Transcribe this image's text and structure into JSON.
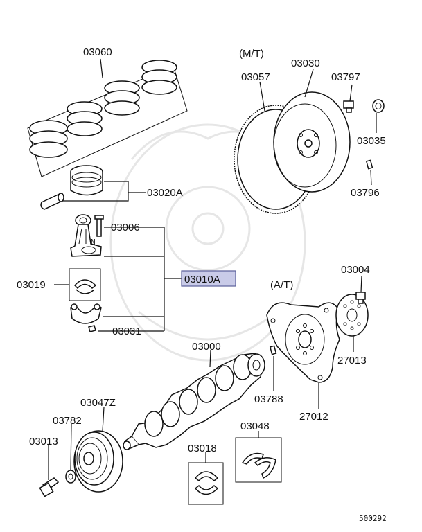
{
  "diagram": {
    "labels": {
      "mt_note": "(M/T)",
      "at_note": "(A/T)",
      "p03060": "03060",
      "p03020a": "03020A",
      "p03006": "03006",
      "p03019": "03019",
      "p03010a": "03010A",
      "p03031": "03031",
      "p03030": "03030",
      "p03057": "03057",
      "p03797": "03797",
      "p03035": "03035",
      "p03796": "03796",
      "p03004": "03004",
      "p27013": "27013",
      "p03000": "03000",
      "p03788": "03788",
      "p27012": "27012",
      "p03047z": "03047Z",
      "p03782": "03782",
      "p03013": "03013",
      "p03018": "03018",
      "p03048": "03048",
      "figure_no": "500292"
    },
    "highlight_color": "#c9cbe8"
  }
}
